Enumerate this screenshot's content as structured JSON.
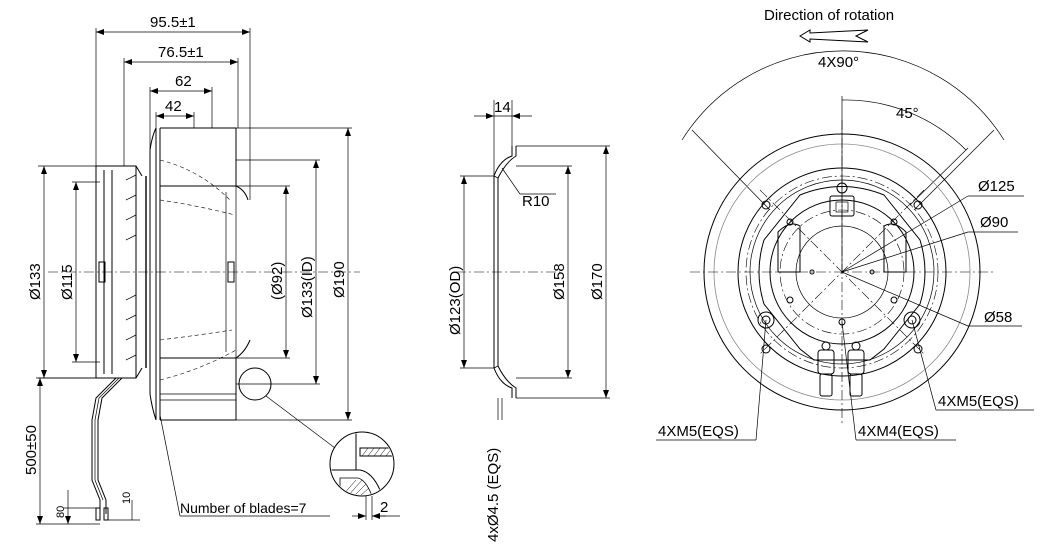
{
  "side_view": {
    "dim_overall_width": "95.5±1",
    "dim_body_width": "76.5±1",
    "dim_impeller_width": "62",
    "dim_inlet_width": "42",
    "dia_motor_outer": "Ø133",
    "dia_motor_inner": "Ø115",
    "dia_inlet_ref": "(Ø92)",
    "dia_inlet_id": "Ø133(ID)",
    "dia_impeller": "Ø190",
    "cable_length": "500±50",
    "cable_strip_1": "80",
    "cable_strip_2": "10",
    "blade_note": "Number of blades=7",
    "detail_gap": "2"
  },
  "middle_view": {
    "dim_depth": "14",
    "radius": "R10",
    "dia_od": "Ø123(OD)",
    "dia_mid": "Ø158",
    "dia_outer": "Ø170",
    "holes": "4xØ4.5 (EQS)"
  },
  "front_view": {
    "rotation_label": "Direction of rotation",
    "angle_pattern": "4X90°",
    "angle_offset": "45°",
    "dia_125": "Ø125",
    "dia_90": "Ø90",
    "dia_58": "Ø58",
    "thread_m5_right": "4XM5(EQS)",
    "thread_m5_left": "4XM5(EQS)",
    "thread_m4": "4XM4(EQS)"
  }
}
